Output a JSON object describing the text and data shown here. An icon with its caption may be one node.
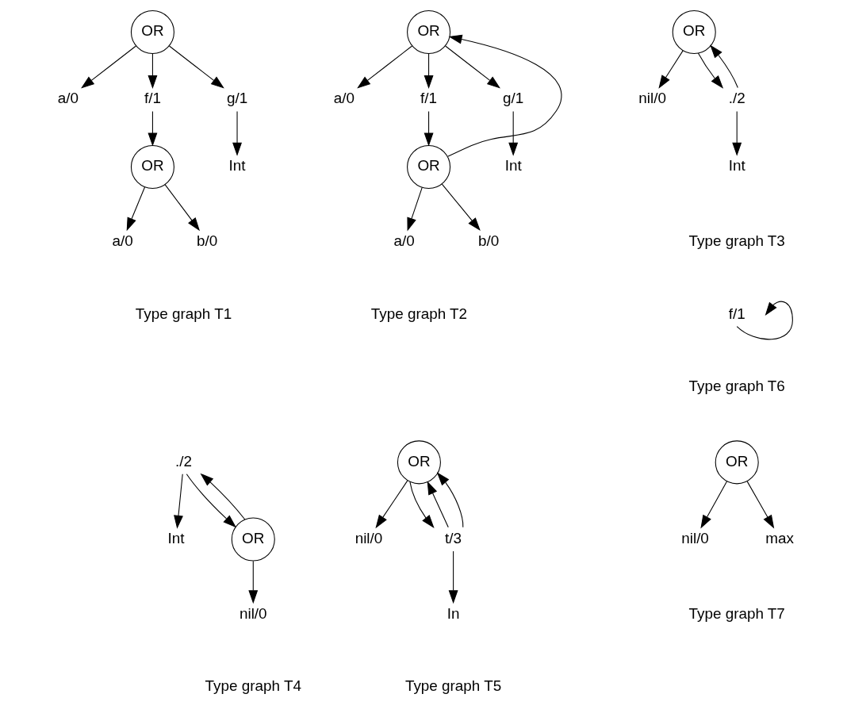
{
  "diagram": {
    "nodes": [
      {
        "text": [
          "OR"
        ]
      },
      {
        "text": [
          "a/0"
        ]
      },
      {
        "text": [
          "f/1"
        ]
      },
      {
        "text": [
          "g/1"
        ]
      },
      {
        "text": [
          "OR"
        ]
      },
      {
        "text": [
          "Int"
        ]
      },
      {
        "text": [
          "a/0"
        ]
      },
      {
        "text": [
          "b/0"
        ]
      },
      {
        "text": [
          "OR"
        ]
      },
      {
        "text": [
          "a/0"
        ]
      },
      {
        "text": [
          "f/1"
        ]
      },
      {
        "text": [
          "g/1"
        ]
      },
      {
        "text": [
          "OR"
        ]
      },
      {
        "text": [
          "Int"
        ]
      },
      {
        "text": [
          "a/0"
        ]
      },
      {
        "text": [
          "b/0"
        ]
      },
      {
        "text": [
          "OR"
        ]
      },
      {
        "text": [
          "nil/0"
        ]
      },
      {
        "text": [
          "./2"
        ]
      },
      {
        "text": [
          "Int"
        ]
      },
      {
        "text": [
          "f/1"
        ]
      },
      {
        "text": [
          "./2"
        ]
      },
      {
        "text": [
          "Int"
        ]
      },
      {
        "text": [
          "OR"
        ]
      },
      {
        "text": [
          "nil/0"
        ]
      },
      {
        "text": [
          "OR"
        ]
      },
      {
        "text": [
          "nil/0"
        ]
      },
      {
        "text": [
          "t/3"
        ]
      },
      {
        "text": [
          "In"
        ]
      },
      {
        "text": [
          "OR"
        ]
      },
      {
        "text": [
          "nil/0"
        ]
      },
      {
        "text": [
          "max"
        ]
      }
    ],
    "edges": [
      {
        "from": 0,
        "to": 1,
        "arrow": "to"
      },
      {
        "from": 0,
        "to": 2,
        "arrow": "to"
      },
      {
        "from": 0,
        "to": 3,
        "arrow": "to"
      },
      {
        "from": 2,
        "to": 4,
        "arrow": "to"
      },
      {
        "from": 3,
        "to": 5,
        "arrow": "to"
      },
      {
        "from": 4,
        "to": 6,
        "arrow": "to"
      },
      {
        "from": 4,
        "to": 7,
        "arrow": "to"
      },
      {
        "from": 8,
        "to": 9,
        "arrow": "to"
      },
      {
        "from": 8,
        "to": 10,
        "arrow": "to"
      },
      {
        "from": 8,
        "to": 11,
        "arrow": "to"
      },
      {
        "from": 10,
        "to": 12,
        "arrow": "to"
      },
      {
        "from": 11,
        "to": 13,
        "arrow": "to"
      },
      {
        "from": 12,
        "to": 14,
        "arrow": "to"
      },
      {
        "from": 12,
        "to": 15,
        "arrow": "to"
      },
      {
        "from": 12,
        "to": 8,
        "arrow": "to"
      },
      {
        "from": 16,
        "to": 17,
        "arrow": "to"
      },
      {
        "from": 16,
        "to": 18,
        "arrow": "to"
      },
      {
        "from": 18,
        "to": 19,
        "arrow": "to"
      },
      {
        "from": 18,
        "to": 16,
        "arrow": "to"
      },
      {
        "from": 20,
        "to": 20,
        "arrow": "to"
      },
      {
        "from": 21,
        "to": 22,
        "arrow": "to"
      },
      {
        "from": 21,
        "to": 23,
        "arrow": "to"
      },
      {
        "from": 23,
        "to": 24,
        "arrow": "to"
      },
      {
        "from": 23,
        "to": 21,
        "arrow": "to"
      },
      {
        "from": 25,
        "to": 26,
        "arrow": "to"
      },
      {
        "from": 25,
        "to": 27,
        "arrow": "to"
      },
      {
        "from": 27,
        "to": 28,
        "arrow": "to"
      },
      {
        "from": 27,
        "to": 25,
        "arrow": "to"
      },
      {
        "from": 27,
        "to": 25,
        "arrow": "to"
      },
      {
        "from": 29,
        "to": 30,
        "arrow": "to"
      },
      {
        "from": 29,
        "to": 31,
        "arrow": "to"
      }
    ],
    "labels": [
      "Type graph T1",
      "Type graph T2",
      "Type graph T3",
      "Type graph T6",
      "Type graph T4",
      "Type graph T5",
      "Type graph T7"
    ]
  }
}
